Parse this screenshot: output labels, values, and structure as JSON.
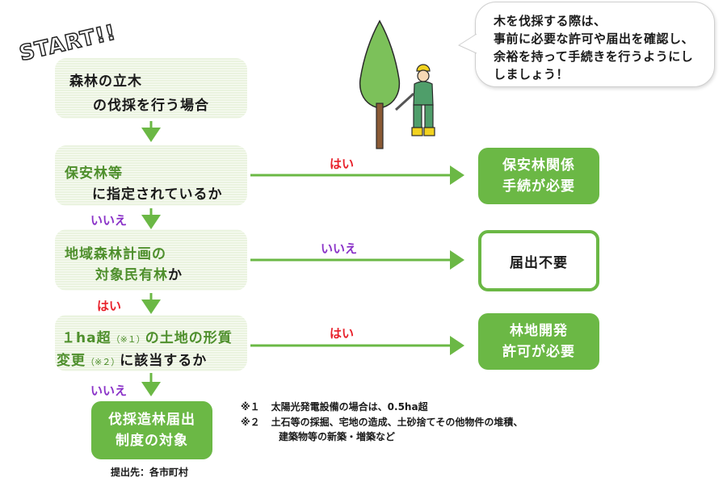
{
  "start": "START!!",
  "speech": {
    "line1": "木を伐採する際は、",
    "line2": "事前に必要な許可や届出を確認し、",
    "line3": "余裕を持って手続きを行うようにし",
    "line4": "しましょう！"
  },
  "steps": {
    "q1": {
      "line1": "森林の立木",
      "line2": "の伐採を行う場合"
    },
    "q2": {
      "line1": "保安林等",
      "line2": "に指定されているか"
    },
    "q3": {
      "line1a": "地域森林計画の",
      "line2a": "対象民有林",
      "line2b": "か"
    },
    "q4": {
      "part1": "１ha超",
      "note1": "（※１）",
      "part2": "の土地の形質",
      "part3": "変更",
      "note2": "（※２）",
      "part4": "に該当するか"
    }
  },
  "answers": {
    "q2_yes": "はい",
    "q2_no": "いいえ",
    "q3_no": "いいえ",
    "q3_yes": "はい",
    "q4_yes": "はい",
    "q4_no": "いいえ"
  },
  "results": {
    "r1": {
      "line1": "保安林関係",
      "line2": "手続が必要"
    },
    "r2": {
      "line1": "届出不要"
    },
    "r3": {
      "line1": "林地開発",
      "line2": "許可が必要"
    },
    "final": {
      "line1": "伐採造林届出",
      "line2": "制度の対象"
    }
  },
  "submit_to": "提出先：各市町村",
  "notes": {
    "n1_mark": "※１",
    "n1_text": "太陽光発電設備の場合は、0.5ha超",
    "n2_mark": "※２",
    "n2_text": "土石等の採掘、宅地の造成、土砂捨てその他物件の堆積、",
    "n2_text2": "建築物等の新築・増築など"
  },
  "colors": {
    "green": "#6bb845",
    "arrow": "#6bb845",
    "yes": "#e8202a",
    "no": "#8a32c8",
    "box_bg": "#eaf3df"
  }
}
